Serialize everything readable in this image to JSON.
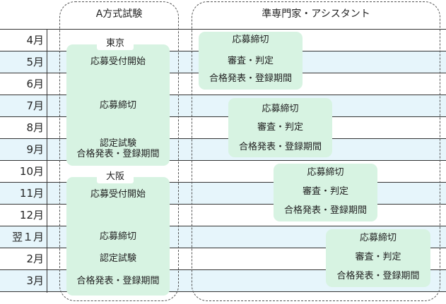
{
  "columns": {
    "exam": "A方式試験",
    "assistant": "準専門家・アシスタント"
  },
  "months": [
    "4月",
    "5月",
    "6月",
    "7月",
    "8月",
    "9月",
    "10月",
    "11月",
    "12月",
    "翌１月",
    "2月",
    "3月"
  ],
  "exam_column": {
    "tokyo": {
      "tag": "東京",
      "application_start": "応募受付開始",
      "deadline": "応募締切",
      "certification_exam": "認定試験",
      "announcement": "合格発表・登録期間"
    },
    "osaka": {
      "tag": "大阪",
      "application_start": "応募受付開始",
      "deadline": "応募締切",
      "certification_exam": "認定試験",
      "announcement": "合格発表・登録期間"
    }
  },
  "assistant_column": {
    "rounds": [
      {
        "deadline": "応募締切",
        "review": "審査・判定",
        "announcement": "合格発表・登録期間"
      },
      {
        "deadline": "応募締切",
        "review": "審査・判定",
        "announcement": "合格発表・登録期間"
      },
      {
        "deadline": "応募締切",
        "review": "審査・判定",
        "announcement": "合格発表・登録期間"
      },
      {
        "deadline": "応募締切",
        "review": "審査・判定",
        "announcement": "合格発表・登録期間"
      }
    ]
  },
  "colors": {
    "row_alt": "#e6f5fb",
    "block_fill": "#d7f3e2",
    "frame": "#555555"
  }
}
